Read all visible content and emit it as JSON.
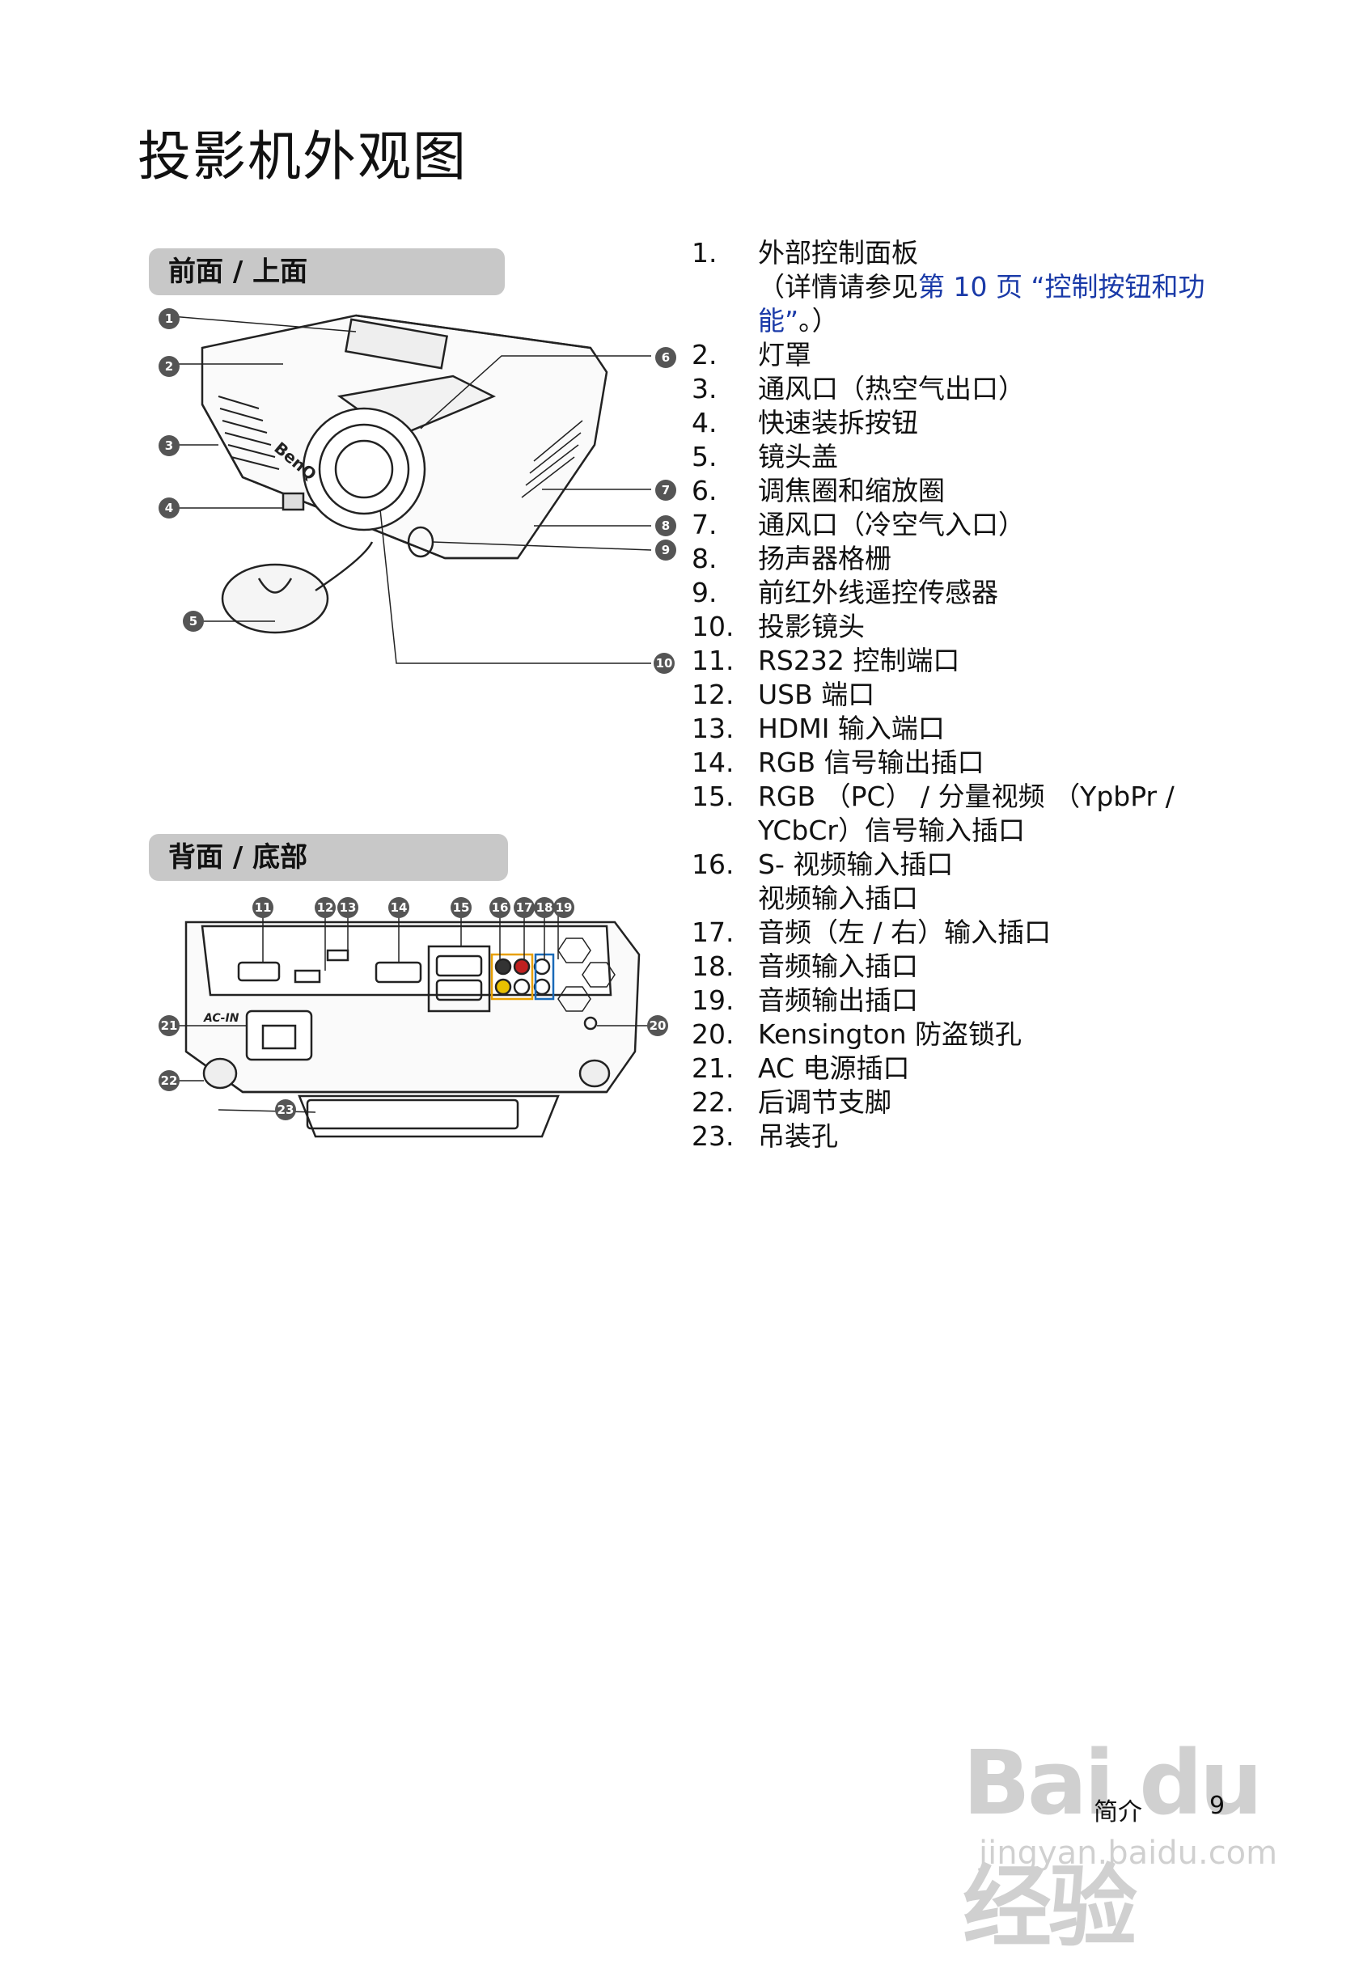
{
  "page": {
    "title": "投影机外观图",
    "section_front": "前面 / 上面",
    "section_back": "背面 / 底部",
    "footer_section": "简介",
    "footer_page": "9",
    "watermark_main": "Bai du 经验",
    "watermark_sub": "jingyan.baidu.com"
  },
  "brand_on_device": "BenQ",
  "connector_labels": {
    "ac_in": "AC-IN"
  },
  "parts": [
    {
      "num": "1.",
      "label": "外部控制面板",
      "detail_pre": "（详情请参见",
      "detail_link": "第 10 页 “控制按钮和功能”",
      "detail_post": "。）"
    },
    {
      "num": "2.",
      "label": "灯罩"
    },
    {
      "num": "3.",
      "label": "通风口（热空气出口）"
    },
    {
      "num": "4.",
      "label": "快速装拆按钮"
    },
    {
      "num": "5.",
      "label": "镜头盖"
    },
    {
      "num": "6.",
      "label": "调焦圈和缩放圈"
    },
    {
      "num": "7.",
      "label": "通风口（冷空气入口）"
    },
    {
      "num": "8.",
      "label": "扬声器格栅"
    },
    {
      "num": "9.",
      "label": "前红外线遥控传感器"
    },
    {
      "num": "10.",
      "label": "投影镜头"
    },
    {
      "num": "11.",
      "label": "RS232 控制端口"
    },
    {
      "num": "12.",
      "label": "USB 端口"
    },
    {
      "num": "13.",
      "label": "HDMI 输入端口"
    },
    {
      "num": "14.",
      "label": "RGB 信号输出插口"
    },
    {
      "num": "15.",
      "label": "RGB （PC） / 分量视频 （YpbPr / YCbCr）信号输入插口"
    },
    {
      "num": "16.",
      "label": "S- 视频输入插口",
      "label2": "视频输入插口"
    },
    {
      "num": "17.",
      "label": "音频（左 / 右）输入插口"
    },
    {
      "num": "18.",
      "label": "音频输入插口"
    },
    {
      "num": "19.",
      "label": "音频输出插口"
    },
    {
      "num": "20.",
      "label": "Kensington 防盗锁孔"
    },
    {
      "num": "21.",
      "label": "AC 电源插口"
    },
    {
      "num": "22.",
      "label": "后调节支脚"
    },
    {
      "num": "23.",
      "label": "吊装孔"
    }
  ],
  "callouts": [
    "1",
    "2",
    "3",
    "4",
    "5",
    "6",
    "7",
    "8",
    "9",
    "10",
    "11",
    "12",
    "13",
    "14",
    "15",
    "16",
    "17",
    "18",
    "19",
    "20",
    "21",
    "22",
    "23"
  ]
}
